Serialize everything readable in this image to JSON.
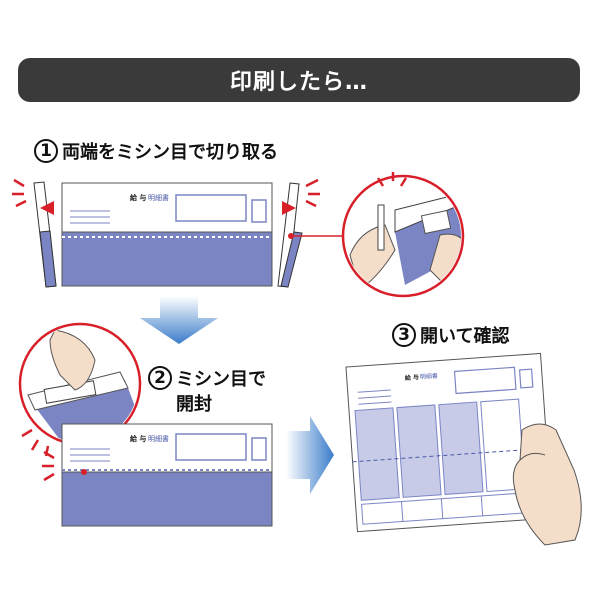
{
  "header": {
    "title": "印刷したら…"
  },
  "steps": [
    {
      "number": "1",
      "label": "両端をミシン目で切り取る"
    },
    {
      "number": "2",
      "label_line1": "ミシン目で",
      "label_line2": "開封"
    },
    {
      "number": "3",
      "label": "開いて確認"
    }
  ],
  "document": {
    "title": "給 与",
    "subtitle": "明細書"
  },
  "colors": {
    "banner": "#3a3a3a",
    "accent_red": "#d8202a",
    "envelope_blue": "#7b85c4",
    "arrow_blue": "#4a90d9"
  }
}
